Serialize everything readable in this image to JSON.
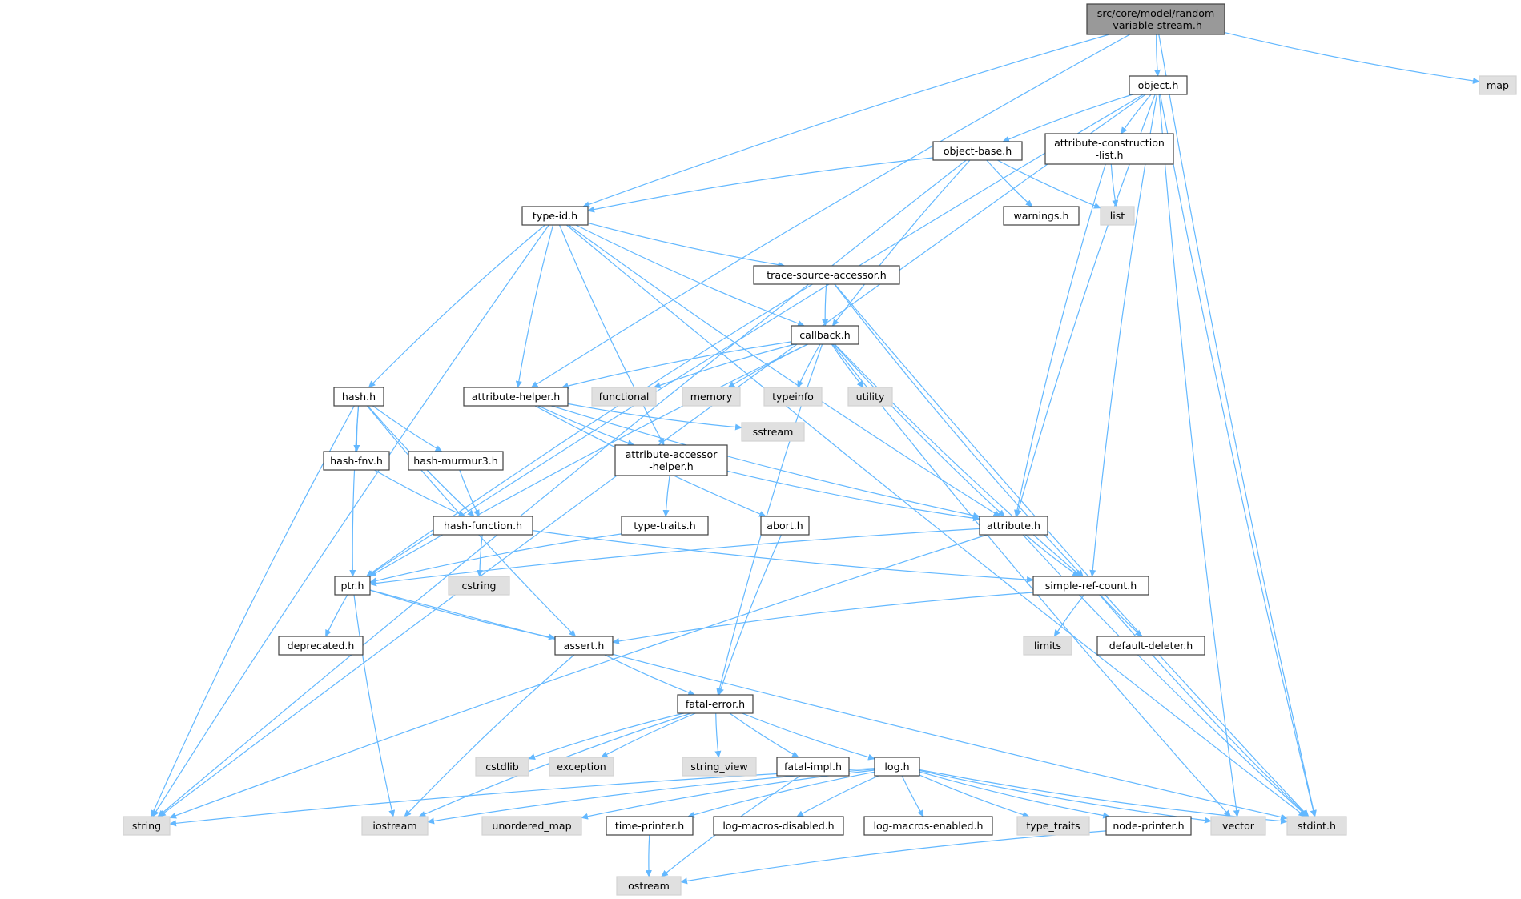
{
  "colors": {
    "edge": "#63b8ff",
    "node_stroke": "#404040",
    "node_fill": "#ffffff",
    "root_fill": "#999999",
    "system_fill": "#e0e0e0",
    "system_stroke": "#d3d3d3"
  },
  "nodes": [
    {
      "id": "root",
      "lines": [
        "src/core/model/random",
        "-variable-stream.h"
      ],
      "kind": "root"
    },
    {
      "id": "object",
      "lines": [
        "object.h"
      ],
      "kind": "local"
    },
    {
      "id": "map",
      "lines": [
        "map"
      ],
      "kind": "system"
    },
    {
      "id": "objbase",
      "lines": [
        "object-base.h"
      ],
      "kind": "local"
    },
    {
      "id": "acl",
      "lines": [
        "attribute-construction",
        "-list.h"
      ],
      "kind": "local"
    },
    {
      "id": "typeid",
      "lines": [
        "type-id.h"
      ],
      "kind": "local"
    },
    {
      "id": "warnings",
      "lines": [
        "warnings.h"
      ],
      "kind": "local"
    },
    {
      "id": "list",
      "lines": [
        "list"
      ],
      "kind": "system"
    },
    {
      "id": "tsa",
      "lines": [
        "trace-source-accessor.h"
      ],
      "kind": "local"
    },
    {
      "id": "callback",
      "lines": [
        "callback.h"
      ],
      "kind": "local"
    },
    {
      "id": "hash",
      "lines": [
        "hash.h"
      ],
      "kind": "local"
    },
    {
      "id": "ahelper",
      "lines": [
        "attribute-helper.h"
      ],
      "kind": "local"
    },
    {
      "id": "functional",
      "lines": [
        "functional"
      ],
      "kind": "system"
    },
    {
      "id": "memory",
      "lines": [
        "memory"
      ],
      "kind": "system"
    },
    {
      "id": "typeinfo",
      "lines": [
        "typeinfo"
      ],
      "kind": "system"
    },
    {
      "id": "utility",
      "lines": [
        "utility"
      ],
      "kind": "system"
    },
    {
      "id": "hashfnv",
      "lines": [
        "hash-fnv.h"
      ],
      "kind": "local"
    },
    {
      "id": "hashmur",
      "lines": [
        "hash-murmur3.h"
      ],
      "kind": "local"
    },
    {
      "id": "aah",
      "lines": [
        "attribute-accessor",
        "-helper.h"
      ],
      "kind": "local"
    },
    {
      "id": "sstream",
      "lines": [
        "sstream"
      ],
      "kind": "system"
    },
    {
      "id": "hashfn",
      "lines": [
        "hash-function.h"
      ],
      "kind": "local"
    },
    {
      "id": "typetraits",
      "lines": [
        "type-traits.h"
      ],
      "kind": "local"
    },
    {
      "id": "abort",
      "lines": [
        "abort.h"
      ],
      "kind": "local"
    },
    {
      "id": "attribute",
      "lines": [
        "attribute.h"
      ],
      "kind": "local"
    },
    {
      "id": "ptr",
      "lines": [
        "ptr.h"
      ],
      "kind": "local"
    },
    {
      "id": "cstring",
      "lines": [
        "cstring"
      ],
      "kind": "system"
    },
    {
      "id": "src",
      "lines": [
        "simple-ref-count.h"
      ],
      "kind": "local"
    },
    {
      "id": "deprecated",
      "lines": [
        "deprecated.h"
      ],
      "kind": "local"
    },
    {
      "id": "assert",
      "lines": [
        "assert.h"
      ],
      "kind": "local"
    },
    {
      "id": "limits",
      "lines": [
        "limits"
      ],
      "kind": "system"
    },
    {
      "id": "defdel",
      "lines": [
        "default-deleter.h"
      ],
      "kind": "local"
    },
    {
      "id": "fatal",
      "lines": [
        "fatal-error.h"
      ],
      "kind": "local"
    },
    {
      "id": "cstdlib",
      "lines": [
        "cstdlib"
      ],
      "kind": "system"
    },
    {
      "id": "exception",
      "lines": [
        "exception"
      ],
      "kind": "system"
    },
    {
      "id": "stringview",
      "lines": [
        "string_view"
      ],
      "kind": "system"
    },
    {
      "id": "fatalimpl",
      "lines": [
        "fatal-impl.h"
      ],
      "kind": "local"
    },
    {
      "id": "log",
      "lines": [
        "log.h"
      ],
      "kind": "local"
    },
    {
      "id": "string",
      "lines": [
        "string"
      ],
      "kind": "system"
    },
    {
      "id": "iostream",
      "lines": [
        "iostream"
      ],
      "kind": "system"
    },
    {
      "id": "umap",
      "lines": [
        "unordered_map"
      ],
      "kind": "system"
    },
    {
      "id": "timeprinter",
      "lines": [
        "time-printer.h"
      ],
      "kind": "local"
    },
    {
      "id": "lmd",
      "lines": [
        "log-macros-disabled.h"
      ],
      "kind": "local"
    },
    {
      "id": "lme",
      "lines": [
        "log-macros-enabled.h"
      ],
      "kind": "local"
    },
    {
      "id": "type_traits",
      "lines": [
        "type_traits"
      ],
      "kind": "system"
    },
    {
      "id": "nodeprinter",
      "lines": [
        "node-printer.h"
      ],
      "kind": "local"
    },
    {
      "id": "vector",
      "lines": [
        "vector"
      ],
      "kind": "system"
    },
    {
      "id": "stdint",
      "lines": [
        "stdint.h"
      ],
      "kind": "system"
    },
    {
      "id": "ostream",
      "lines": [
        "ostream"
      ],
      "kind": "system"
    }
  ],
  "edges": [
    [
      "root",
      "object"
    ],
    [
      "root",
      "map"
    ],
    [
      "root",
      "typeid"
    ],
    [
      "root",
      "ahelper"
    ],
    [
      "root",
      "stdint"
    ],
    [
      "object",
      "objbase"
    ],
    [
      "object",
      "acl"
    ],
    [
      "object",
      "attribute"
    ],
    [
      "object",
      "src"
    ],
    [
      "object",
      "ptr"
    ],
    [
      "object",
      "string"
    ],
    [
      "object",
      "vector"
    ],
    [
      "object",
      "stdint"
    ],
    [
      "objbase",
      "typeid"
    ],
    [
      "objbase",
      "warnings"
    ],
    [
      "objbase",
      "list"
    ],
    [
      "objbase",
      "callback"
    ],
    [
      "objbase",
      "string"
    ],
    [
      "acl",
      "list"
    ],
    [
      "acl",
      "attribute"
    ],
    [
      "typeid",
      "tsa"
    ],
    [
      "typeid",
      "callback"
    ],
    [
      "typeid",
      "hash"
    ],
    [
      "typeid",
      "ahelper"
    ],
    [
      "typeid",
      "aah"
    ],
    [
      "typeid",
      "attribute"
    ],
    [
      "typeid",
      "string"
    ],
    [
      "typeid",
      "stdint"
    ],
    [
      "tsa",
      "callback"
    ],
    [
      "tsa",
      "ptr"
    ],
    [
      "tsa",
      "src"
    ],
    [
      "tsa",
      "stdint"
    ],
    [
      "callback",
      "ahelper"
    ],
    [
      "callback",
      "functional"
    ],
    [
      "callback",
      "memory"
    ],
    [
      "callback",
      "typeinfo"
    ],
    [
      "callback",
      "utility"
    ],
    [
      "callback",
      "ptr"
    ],
    [
      "callback",
      "attribute"
    ],
    [
      "callback",
      "src"
    ],
    [
      "callback",
      "fatal"
    ],
    [
      "callback",
      "vector"
    ],
    [
      "hash",
      "hashfnv"
    ],
    [
      "hash",
      "hashmur"
    ],
    [
      "hash",
      "hashfn"
    ],
    [
      "hash",
      "ptr"
    ],
    [
      "hash",
      "assert"
    ],
    [
      "hash",
      "string"
    ],
    [
      "ahelper",
      "aah"
    ],
    [
      "ahelper",
      "attribute"
    ],
    [
      "ahelper",
      "sstream"
    ],
    [
      "ahelper",
      "abort"
    ],
    [
      "hashfnv",
      "hashfn"
    ],
    [
      "hashmur",
      "hashfn"
    ],
    [
      "aah",
      "typetraits"
    ],
    [
      "aah",
      "attribute"
    ],
    [
      "hashfn",
      "cstring"
    ],
    [
      "hashfn",
      "src"
    ],
    [
      "typetraits",
      "ptr"
    ],
    [
      "abort",
      "fatal"
    ],
    [
      "attribute",
      "ptr"
    ],
    [
      "attribute",
      "src"
    ],
    [
      "attribute",
      "string"
    ],
    [
      "attribute",
      "stdint"
    ],
    [
      "ptr",
      "deprecated"
    ],
    [
      "ptr",
      "assert"
    ],
    [
      "ptr",
      "iostream"
    ],
    [
      "ptr",
      "stdint"
    ],
    [
      "src",
      "assert"
    ],
    [
      "src",
      "limits"
    ],
    [
      "src",
      "defdel"
    ],
    [
      "src",
      "stdint"
    ],
    [
      "assert",
      "fatal"
    ],
    [
      "assert",
      "iostream"
    ],
    [
      "fatal",
      "cstdlib"
    ],
    [
      "fatal",
      "exception"
    ],
    [
      "fatal",
      "stringview"
    ],
    [
      "fatal",
      "fatalimpl"
    ],
    [
      "fatal",
      "log"
    ],
    [
      "fatal",
      "iostream"
    ],
    [
      "fatalimpl",
      "ostream"
    ],
    [
      "log",
      "string"
    ],
    [
      "log",
      "iostream"
    ],
    [
      "log",
      "umap"
    ],
    [
      "log",
      "timeprinter"
    ],
    [
      "log",
      "lmd"
    ],
    [
      "log",
      "lme"
    ],
    [
      "log",
      "type_traits"
    ],
    [
      "log",
      "nodeprinter"
    ],
    [
      "log",
      "vector"
    ],
    [
      "log",
      "stdint"
    ],
    [
      "timeprinter",
      "ostream"
    ],
    [
      "nodeprinter",
      "ostream"
    ]
  ]
}
